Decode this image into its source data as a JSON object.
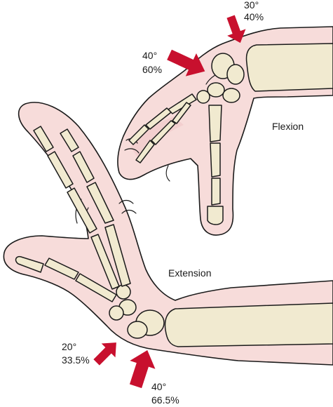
{
  "labels": {
    "flexion": "Flexion",
    "extension": "Extension"
  },
  "flexion_forces": {
    "dorsal": {
      "angle": "30°",
      "percent": "40%"
    },
    "volar": {
      "angle": "40°",
      "percent": "60%"
    }
  },
  "extension_forces": {
    "volar_small": {
      "angle": "20°",
      "percent": "33.5%"
    },
    "volar_large": {
      "angle": "40°",
      "percent": "66.5%"
    }
  },
  "colors": {
    "arrow": "#c8102e",
    "skin": "#f7dcda",
    "bone": "#f1ead0",
    "outline": "#1a1a1a"
  }
}
